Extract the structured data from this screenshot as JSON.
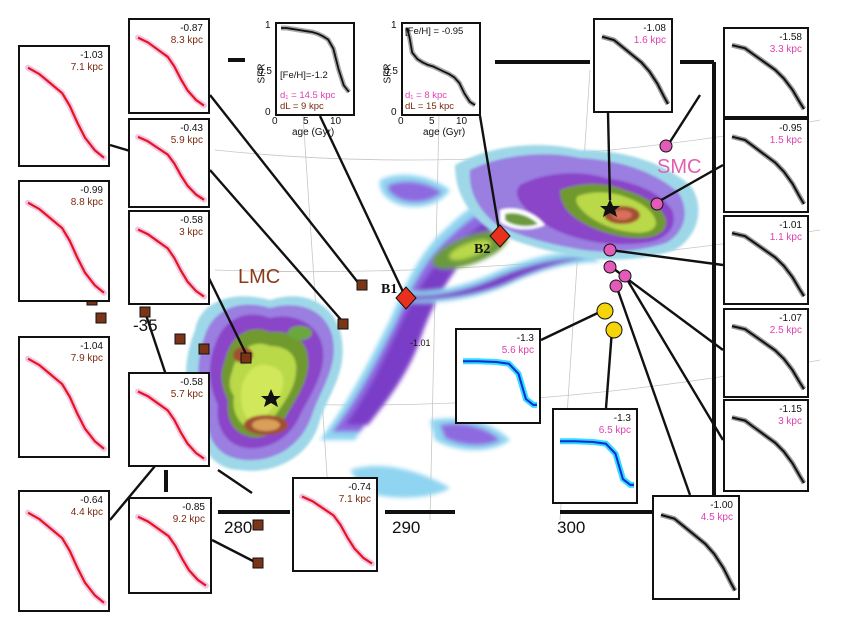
{
  "labels": {
    "lmc": "LMC",
    "smc": "SMC",
    "b1": "B1",
    "b2": "B2",
    "lmc_color": "#8b3a1a",
    "smc_color": "#e060b0"
  },
  "map_axes": {
    "x_ticks": [
      "280",
      "290",
      "300"
    ],
    "y_ticks": [
      "-35"
    ]
  },
  "inset_left": {
    "ylabel": "SFR",
    "xlabel": "age (Gyr)",
    "yticks": [
      "1",
      "0.5",
      "0"
    ],
    "xticks": [
      "0",
      "5",
      "10"
    ],
    "feh": "[Fe/H]=-1.2",
    "d1": "d₁ = 14.5 kpc",
    "dl": "dL = 9 kpc"
  },
  "inset_right": {
    "ylabel": "SFR",
    "xlabel": "age (Gyr)",
    "yticks": [
      "1",
      "0.5",
      "0"
    ],
    "xticks": [
      "0",
      "5",
      "10"
    ],
    "feh": "[Fe/H] = -0.95",
    "d1": "d₁ = 8 kpc",
    "dl": "dL = 15 kpc"
  },
  "field_label": "-1.01",
  "lmc_panels": [
    {
      "feh": "-1.03",
      "dist": "7.1 kpc"
    },
    {
      "feh": "-0.99",
      "dist": "8.8 kpc"
    },
    {
      "feh": "-1.04",
      "dist": "7.9 kpc"
    },
    {
      "feh": "-0.64",
      "dist": "4.4 kpc"
    },
    {
      "feh": "-0.87",
      "dist": "8.3 kpc"
    },
    {
      "feh": "-0.43",
      "dist": "5.9 kpc"
    },
    {
      "feh": "-0.58",
      "dist": "3 kpc"
    },
    {
      "feh": "-0.58",
      "dist": "5.7 kpc"
    },
    {
      "feh": "-0.85",
      "dist": "9.2 kpc"
    },
    {
      "feh": "-0.74",
      "dist": "7.1 kpc"
    }
  ],
  "smc_panels": [
    {
      "feh": "-1.08",
      "dist": "1.6 kpc"
    },
    {
      "feh": "-1.58",
      "dist": "3.3 kpc"
    },
    {
      "feh": "-0.95",
      "dist": "1.5 kpc"
    },
    {
      "feh": "-1.01",
      "dist": "1.1 kpc"
    },
    {
      "feh": "-1.07",
      "dist": "2.5 kpc"
    },
    {
      "feh": "-1.15",
      "dist": "3 kpc"
    },
    {
      "feh": "-1.00",
      "dist": "4.5 kpc"
    }
  ],
  "bridge_panels": [
    {
      "feh": "-1.3",
      "dist": "5.6 kpc"
    },
    {
      "feh": "-1.3",
      "dist": "6.5 kpc"
    }
  ],
  "colors": {
    "lmc_curve": "#e8141c",
    "lmc_text": "#7a2a10",
    "smc_curve": "#111111",
    "smc_text": "#e040b0",
    "bridge_curve": "#0a2bd6",
    "bridge_glow": "#33ddff",
    "marker_square": "#7a3416",
    "marker_smc": "#e45ab8",
    "marker_bridge": "#f5d40a",
    "marker_diamond": "#e8301c"
  },
  "chart_data": [
    {
      "type": "line",
      "title": "",
      "xlabel": "age (Gyr)",
      "ylabel": "SFR",
      "xlim": [
        0,
        13
      ],
      "ylim": [
        0,
        1
      ],
      "series": [
        {
          "x": [
            0,
            1,
            2,
            3,
            4,
            5,
            6,
            7,
            8,
            9,
            10,
            11,
            12,
            13
          ],
          "values": [
            1.0,
            1.0,
            0.99,
            0.98,
            0.97,
            0.96,
            0.95,
            0.93,
            0.9,
            0.86,
            0.75,
            0.5,
            0.3,
            0.22
          ]
        }
      ]
    },
    {
      "type": "line",
      "title": "",
      "xlabel": "age (Gyr)",
      "ylabel": "SFR",
      "xlim": [
        0,
        13
      ],
      "ylim": [
        0,
        1
      ],
      "series": [
        {
          "x": [
            0,
            0.5,
            1,
            2,
            3,
            4,
            5,
            6,
            7,
            8,
            9,
            10,
            11,
            12,
            13
          ],
          "values": [
            1.0,
            0.88,
            0.7,
            0.62,
            0.58,
            0.55,
            0.53,
            0.5,
            0.47,
            0.44,
            0.4,
            0.33,
            0.2,
            0.1,
            0.06
          ]
        }
      ]
    }
  ]
}
